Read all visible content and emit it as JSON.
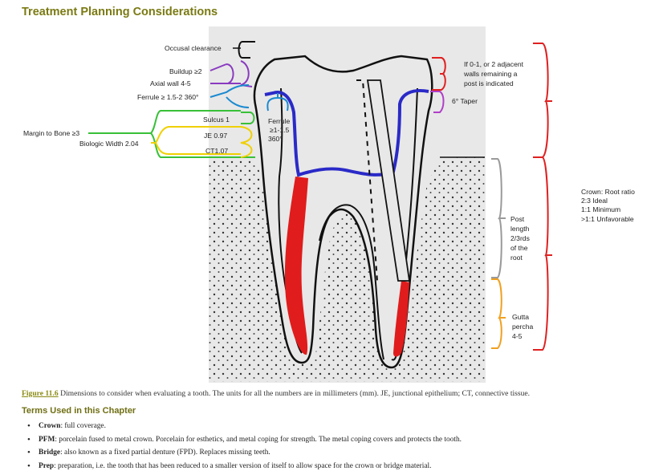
{
  "heading": "Treatment Planning Considerations",
  "diagram_labels": {
    "occlusal_clearance": "Occusal clearance",
    "buildup": "Buildup ≥2",
    "axial_wall": "Axial wall 4-5",
    "ferrule_left": "Ferrule ≥ 1.5-2 360°",
    "margin_to_bone": "Margin to Bone ≥3",
    "biologic_width": "Biologic Width 2.04",
    "sulcus": "Sulcus 1",
    "je": "JE 0.97",
    "ct": "CT1.07",
    "ferrule_inner_1": "Ferrule",
    "ferrule_inner_2": "≥1-1.5",
    "ferrule_inner_3": "360°",
    "walls_1": "If 0-1, or 2 adjacent",
    "walls_2": "walls remaining a",
    "walls_3": "post is indicated",
    "taper": "6° Taper",
    "crown_root_1": "Crown: Root ratio",
    "crown_root_2": "2:3 Ideal",
    "crown_root_3": "1:1 Minimum",
    "crown_root_4": ">1:1 Unfavorable",
    "post_1": "Post",
    "post_2": "length",
    "post_3": "2/3rds",
    "post_4": "of the",
    "post_5": "root",
    "gutta_1": "Gutta",
    "gutta_2": "percha",
    "gutta_3": "4-5"
  },
  "caption": {
    "label": "Figure 11.6",
    "text": " Dimensions to consider when evaluating a tooth. The units for all the numbers are in millimeters (mm). JE, junctional epithelium; CT, connective tissue."
  },
  "terms_heading": "Terms Used in this Chapter",
  "terms": [
    {
      "term": "Crown",
      "definition": ": full coverage."
    },
    {
      "term": "PFM",
      "definition": ": porcelain fused to metal crown. Porcelain for esthetics, and metal coping for strength. The metal coping covers and protects the tooth."
    },
    {
      "term": "Bridge",
      "definition": ": also known as a fixed partial denture (FPD). Replaces missing teeth."
    },
    {
      "term": "Prep",
      "definition": ": preparation, i.e. the tooth that has been reduced to a smaller version of itself to allow space for the crown or bridge material."
    }
  ],
  "colors": {
    "heading": "#7a7a13",
    "blue_margin": "#2a2ac8",
    "red_gutta": "#e01c1c",
    "bracket_black": "#111111",
    "bracket_purple": "#8a3ac0",
    "bracket_blue": "#1a8ad0",
    "bracket_green": "#38c038",
    "bracket_yellow": "#f0d000",
    "bracket_red": "#e02020",
    "bracket_gray": "#9a9a9a",
    "bracket_orange": "#f0a020"
  }
}
